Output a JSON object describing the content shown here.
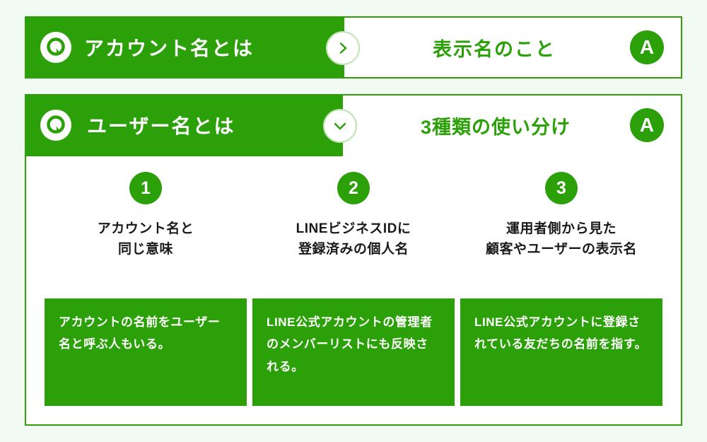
{
  "theme": {
    "green": "#2ba008",
    "border_green": "#31a006",
    "page_background": "#f2fbf3",
    "title_text": "#1a1a1a",
    "white": "#ffffff"
  },
  "faq": [
    {
      "id": "account-name",
      "q_icon": "q-icon",
      "question": "アカウント名とは",
      "toggle_icon": "chevron-right-icon",
      "expanded": false,
      "a_badge": "A",
      "answer": "表示名のこと"
    },
    {
      "id": "user-name",
      "q_icon": "q-icon",
      "question": "ユーザー名とは",
      "toggle_icon": "chevron-down-icon",
      "expanded": true,
      "a_badge": "A",
      "answer": "3種類の使い分け",
      "columns": [
        {
          "number": "1",
          "title": "アカウント名と\n同じ意味",
          "note": "アカウントの名前をユーザー名と呼ぶ人もいる。"
        },
        {
          "number": "2",
          "title": "LINEビジネスIDに\n登録済みの個人名",
          "note": "LINE公式アカウントの管理者のメンバーリストにも反映される。"
        },
        {
          "number": "3",
          "title": "運用者側から見た\n顧客やユーザーの表示名",
          "note": "LINE公式アカウントに登録されている友だちの名前を指す。"
        }
      ]
    }
  ]
}
